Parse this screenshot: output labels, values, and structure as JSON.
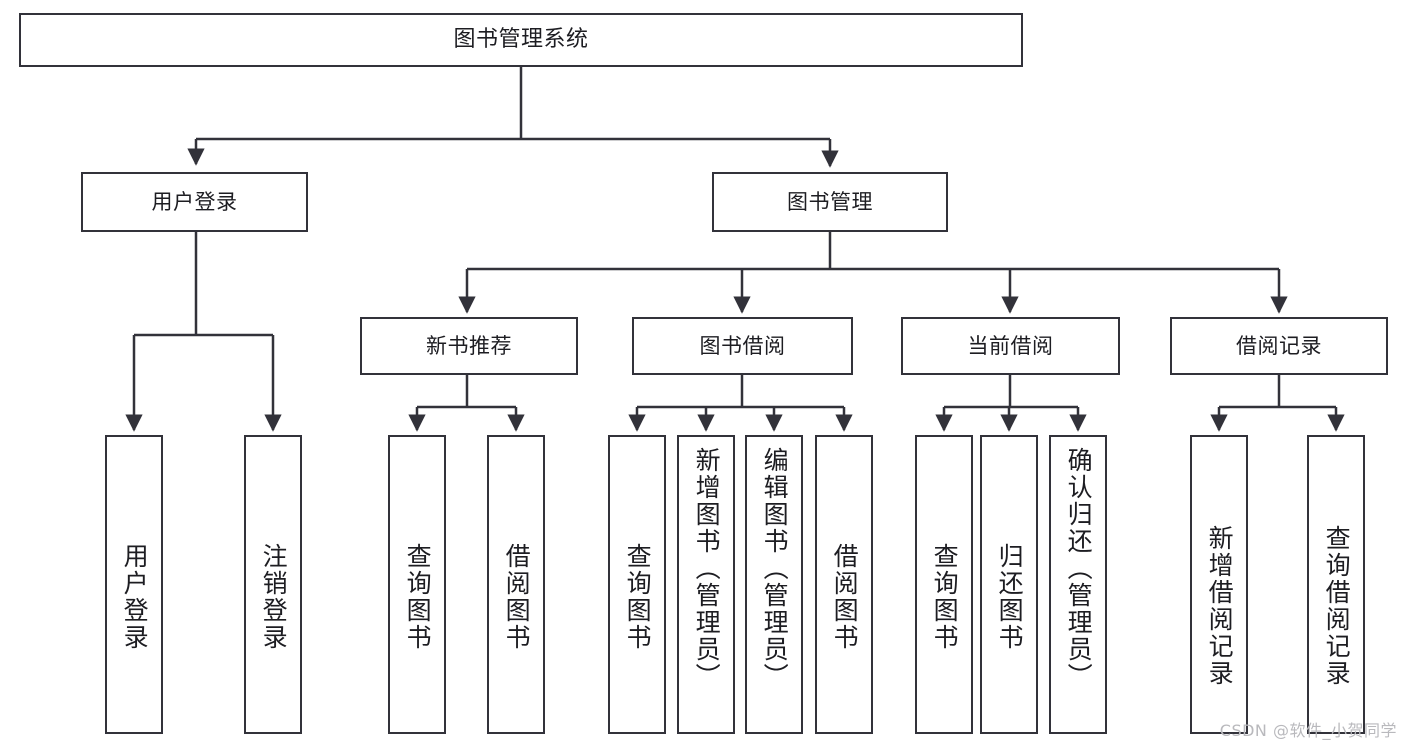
{
  "diagram": {
    "type": "tree-hierarchy",
    "title": "图书管理系统",
    "watermark": "CSDN @软件_小贺同学",
    "colors": {
      "stroke": "#32323a",
      "background": "#ffffff",
      "text": "#1d1d22",
      "watermark": "#b9b9bd"
    },
    "nodes": {
      "root": {
        "label": "图书管理系统"
      },
      "level1": [
        {
          "id": "user-login",
          "label": "用户登录"
        },
        {
          "id": "book-manage",
          "label": "图书管理"
        }
      ],
      "level2": [
        {
          "id": "new-book-recommend",
          "label": "新书推荐"
        },
        {
          "id": "book-borrow",
          "label": "图书借阅"
        },
        {
          "id": "current-borrow",
          "label": "当前借阅"
        },
        {
          "id": "borrow-record",
          "label": "借阅记录"
        }
      ],
      "leaves": {
        "user_login": [
          {
            "id": "leaf-user-login",
            "label": "用户登录"
          },
          {
            "id": "leaf-logout-login",
            "label": "注销登录"
          }
        ],
        "new_book_recommend": [
          {
            "id": "leaf-query-book-1",
            "label": "查询图书"
          },
          {
            "id": "leaf-borrow-book-1",
            "label": "借阅图书"
          }
        ],
        "book_borrow": [
          {
            "id": "leaf-query-book-2",
            "label": "查询图书"
          },
          {
            "id": "leaf-add-book-admin",
            "label": "新增图书（管理员）"
          },
          {
            "id": "leaf-edit-book-admin",
            "label": "编辑图书（管理员）"
          },
          {
            "id": "leaf-borrow-book-2",
            "label": "借阅图书"
          }
        ],
        "current_borrow": [
          {
            "id": "leaf-query-book-3",
            "label": "查询图书"
          },
          {
            "id": "leaf-return-book",
            "label": "归还图书"
          },
          {
            "id": "leaf-confirm-return-admin",
            "label": "确认归还（管理员）"
          }
        ],
        "borrow_record": [
          {
            "id": "leaf-add-borrow-record",
            "label": "新增借阅记录"
          },
          {
            "id": "leaf-query-borrow-record",
            "label": "查询借阅记录"
          }
        ]
      }
    }
  }
}
